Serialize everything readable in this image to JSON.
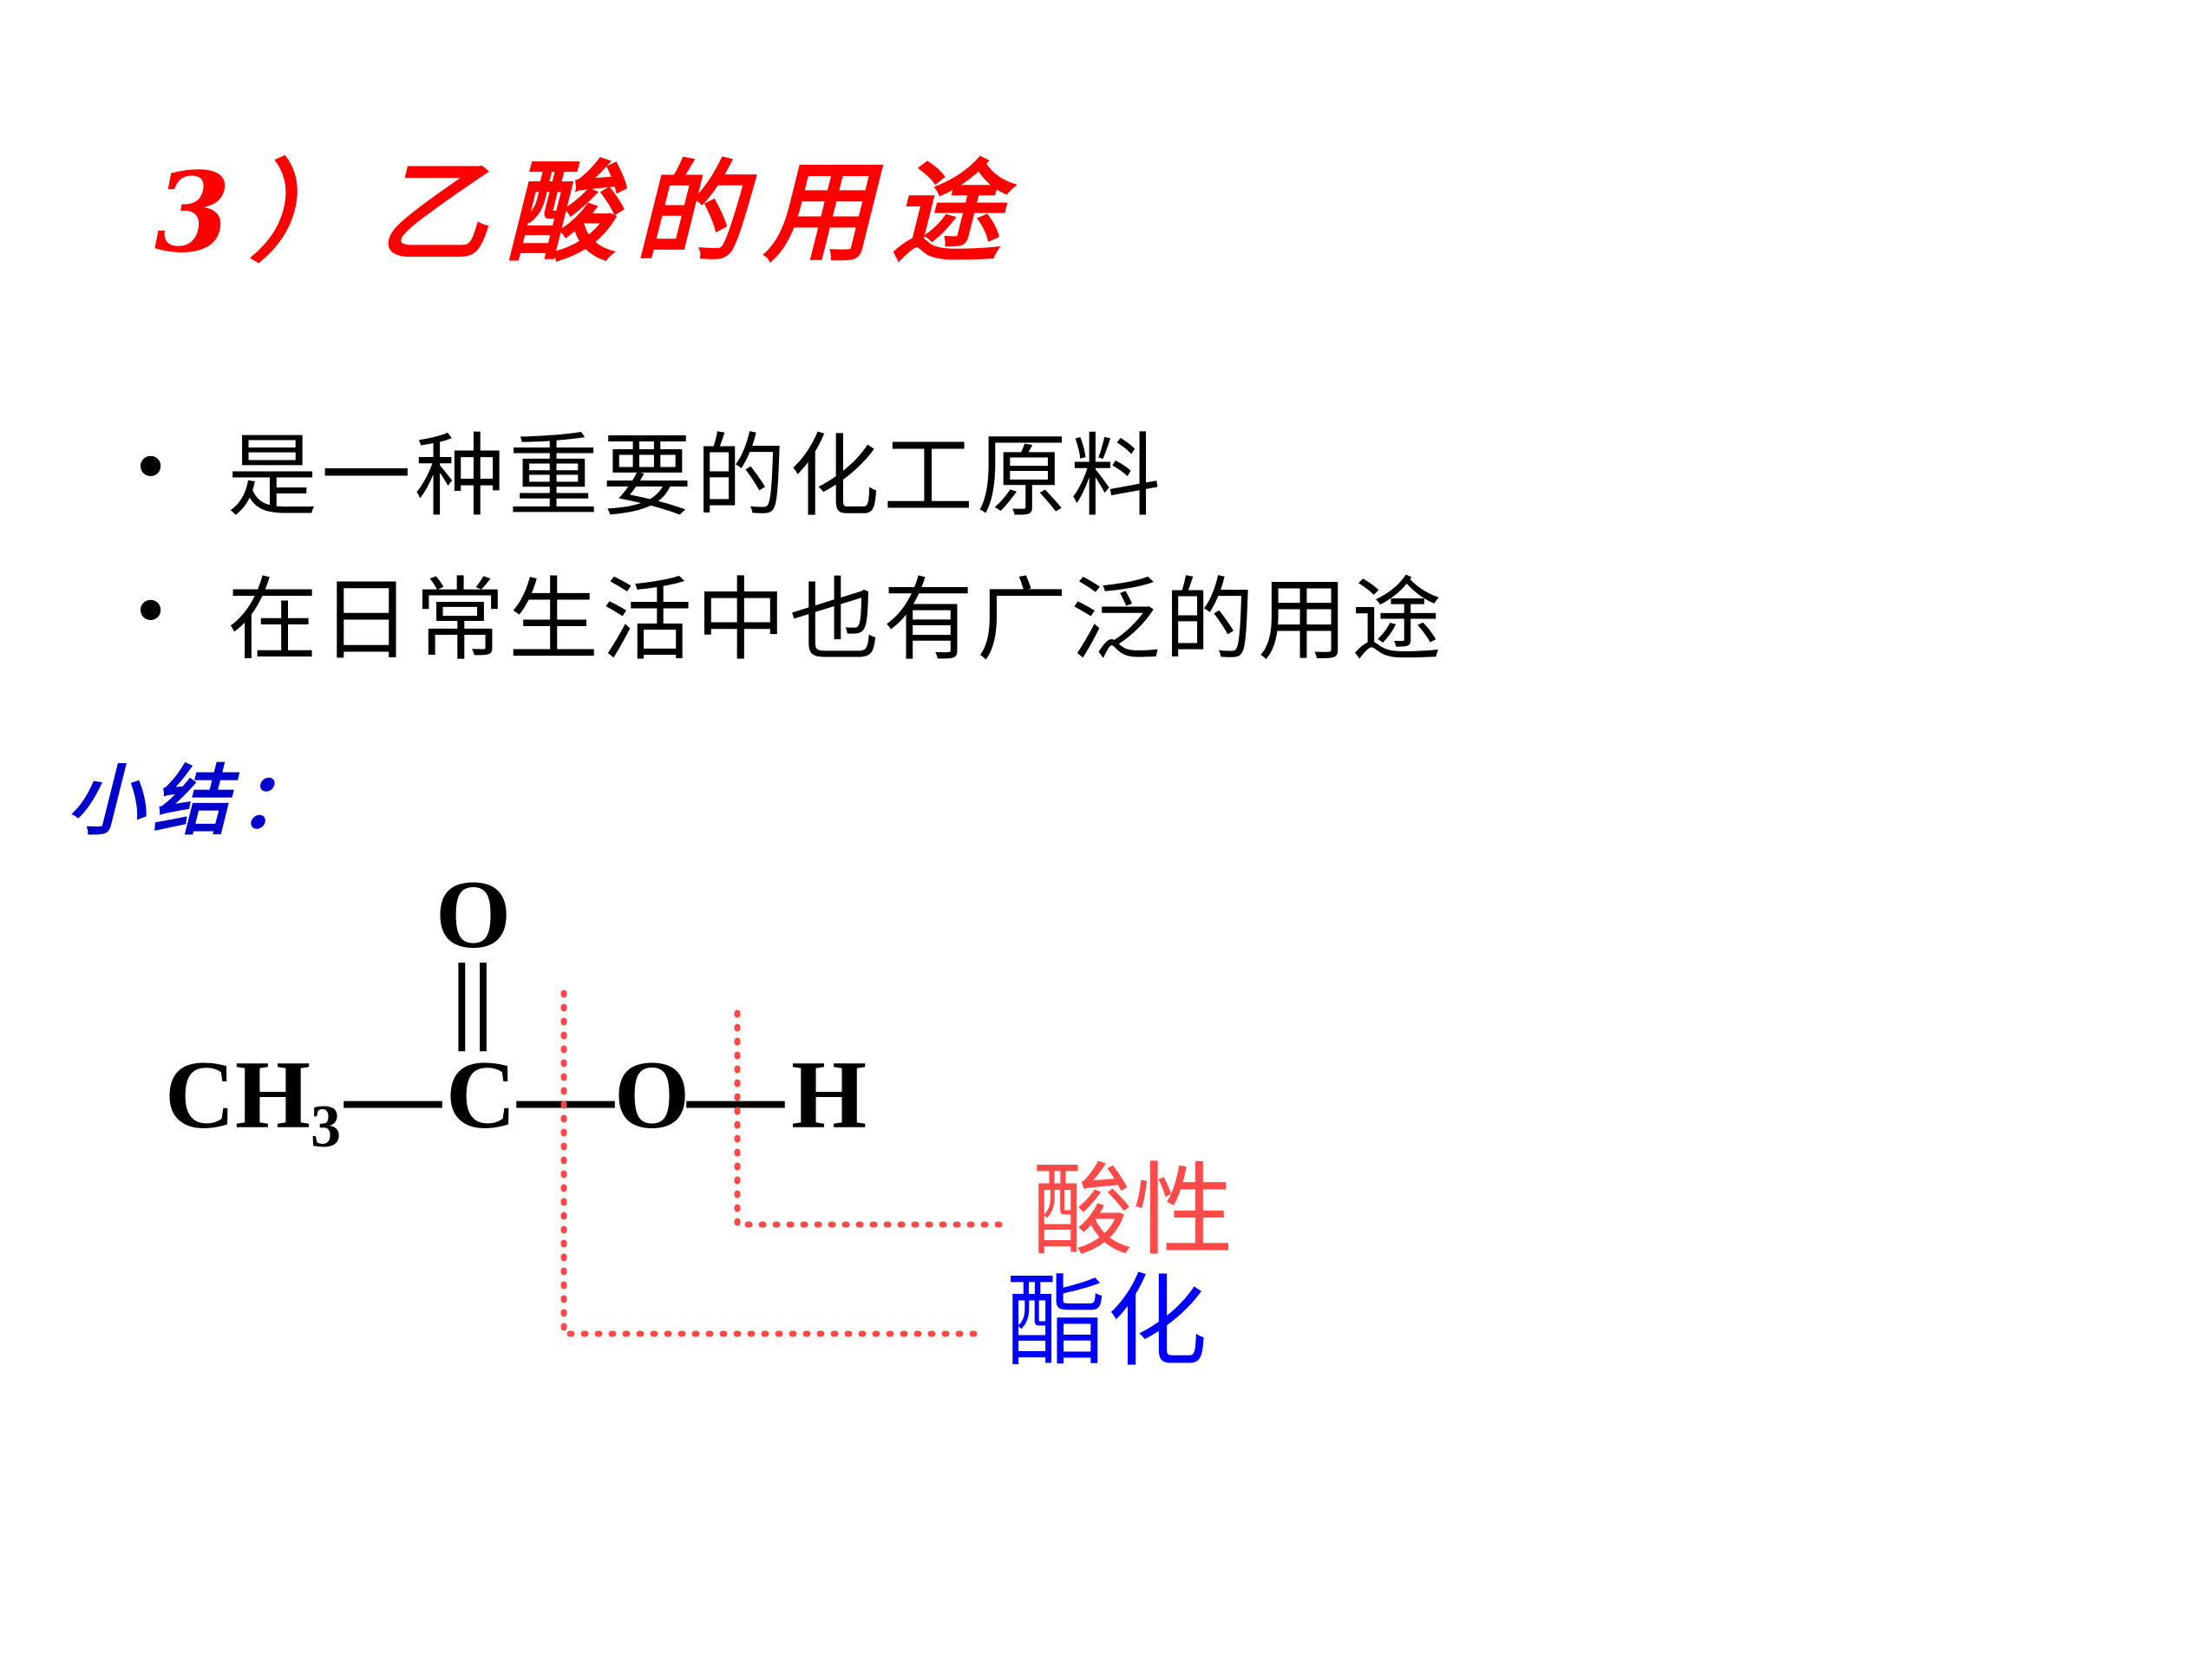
{
  "slide": {
    "title": "3）乙酸的用途",
    "bullets": [
      {
        "text": "是一种重要的化工原料"
      },
      {
        "text": "在日常生活中也有广泛的用途"
      }
    ],
    "bullet_glyph": "•",
    "summary_label": "小结："
  },
  "formula": {
    "carbonyl_oxygen": "O",
    "double_bond": "||",
    "methyl": "CH",
    "methyl_subscript": "3",
    "bond1": "—",
    "carbon": "C",
    "bond2": "—",
    "hydroxyl_oxygen": "O",
    "bond3": "—",
    "hydrogen": "H"
  },
  "annotations": {
    "acidity": {
      "label": "酸性",
      "color": "#ff4a4a"
    },
    "esterification": {
      "label": "酯化",
      "color": "#0000ff"
    }
  },
  "colors": {
    "title": "#ff0000",
    "summary": "#0000cc",
    "text": "#000000",
    "dotted_line": "#ff4a4a"
  }
}
